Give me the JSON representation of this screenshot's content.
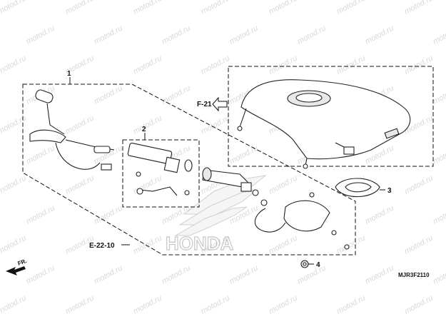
{
  "watermark": "motod.ru",
  "refs": {
    "f21": "F-21",
    "e2210": "E-22-10",
    "fr": "FR.",
    "code": "MJR3F2110"
  },
  "callouts": {
    "c1": "1",
    "c2": "2",
    "c3": "3",
    "c4": "4"
  },
  "brand": "HONDA"
}
